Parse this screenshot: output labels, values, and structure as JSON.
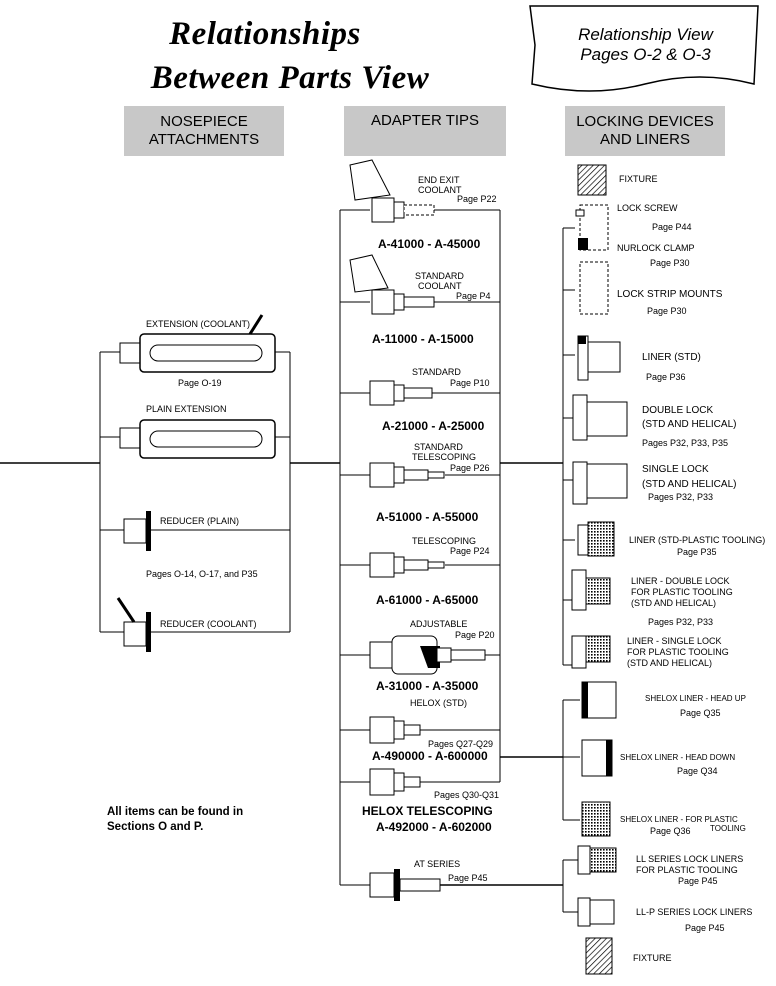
{
  "title_line1": "Relationships",
  "title_line2": "Between Parts View",
  "badge": {
    "line1": "Relationship View",
    "line2": "Pages O-2 & O-3"
  },
  "headers": {
    "nosepiece_1": "NOSEPIECE",
    "nosepiece_2": "ATTACHMENTS",
    "adapter": "ADAPTER TIPS",
    "locking_1": "LOCKING DEVICES",
    "locking_2": "AND LINERS"
  },
  "nosepiece": {
    "extension_coolant": "EXTENSION (COOLANT)",
    "page_o19": "Page O-19",
    "plain_extension": "PLAIN EXTENSION",
    "reducer_plain": "REDUCER (PLAIN)",
    "pages_reducer": "Pages O-14, O-17, and P35",
    "reducer_coolant": "REDUCER (COOLANT)"
  },
  "adapter": {
    "end_exit_1": "END EXIT",
    "end_exit_2": "COOLANT",
    "end_exit_page": "Page P22",
    "end_exit_num": "A-41000 - A-45000",
    "std_coolant_1": "STANDARD",
    "std_coolant_2": "COOLANT",
    "std_coolant_page": "Page P4",
    "std_coolant_num": "A-11000 - A-15000",
    "standard": "STANDARD",
    "standard_page": "Page P10",
    "standard_num": "A-21000 - A-25000",
    "std_tele_1": "STANDARD",
    "std_tele_2": "TELESCOPING",
    "std_tele_page": "Page P26",
    "std_tele_num": "A-51000 - A-55000",
    "telescoping": "TELESCOPING",
    "telescoping_page": "Page P24",
    "telescoping_num": "A-61000 - A-65000",
    "adjustable": "ADJUSTABLE",
    "adjustable_page": "Page P20",
    "adjustable_num": "A-31000 - A-35000",
    "helox": "HELOX (STD)",
    "helox_page": "Pages Q27-Q29",
    "helox_num": "A-490000 - A-600000",
    "helox_tele_page": "Pages Q30-Q31",
    "helox_tele_name": "HELOX TELESCOPING",
    "helox_tele_num": "A-492000 - A-602000",
    "at_series": "AT SERIES",
    "at_series_page": "Page P45"
  },
  "locking": {
    "fixture_top": "FIXTURE",
    "lock_screw": "LOCK SCREW",
    "lock_screw_page": "Page P44",
    "nurlock": "NURLOCK CLAMP",
    "nurlock_page": "Page P30",
    "strip_mounts": "LOCK STRIP MOUNTS",
    "strip_mounts_page": "Page P30",
    "liner_std": "LINER (STD)",
    "liner_std_page": "Page P36",
    "double_lock_1": "DOUBLE LOCK",
    "double_lock_2": "(STD AND HELICAL)",
    "double_lock_page": "Pages P32, P33, P35",
    "single_lock_1": "SINGLE LOCK",
    "single_lock_2": "(STD AND HELICAL)",
    "single_lock_page": "Pages P32, P33",
    "liner_plastic": "LINER (STD-PLASTIC TOOLING)",
    "liner_plastic_page": "Page P35",
    "liner_dbl_1": "LINER - DOUBLE LOCK",
    "liner_dbl_2": "FOR PLASTIC TOOLING",
    "liner_dbl_3": "(STD AND HELICAL)",
    "liner_dbl_page": "Pages P32, P33",
    "liner_sgl_1": "LINER - SINGLE LOCK",
    "liner_sgl_2": "FOR PLASTIC TOOLING",
    "liner_sgl_3": "(STD AND HELICAL)",
    "shelox_up": "SHELOX LINER - HEAD UP",
    "shelox_up_page": "Page Q35",
    "shelox_down": "SHELOX LINER - HEAD DOWN",
    "shelox_down_page": "Page Q34",
    "shelox_plastic_1": "SHELOX LINER - FOR PLASTIC",
    "shelox_plastic_2": "TOOLING",
    "shelox_plastic_page": "Page Q36",
    "ll_1": "LL SERIES LOCK LINERS",
    "ll_2": "FOR PLASTIC TOOLING",
    "ll_page": "Page P45",
    "llp": "LL-P SERIES LOCK LINERS",
    "llp_page": "Page P45",
    "fixture_bottom": "FIXTURE"
  },
  "note_1": "All items can be found in",
  "note_2": "Sections O and P."
}
